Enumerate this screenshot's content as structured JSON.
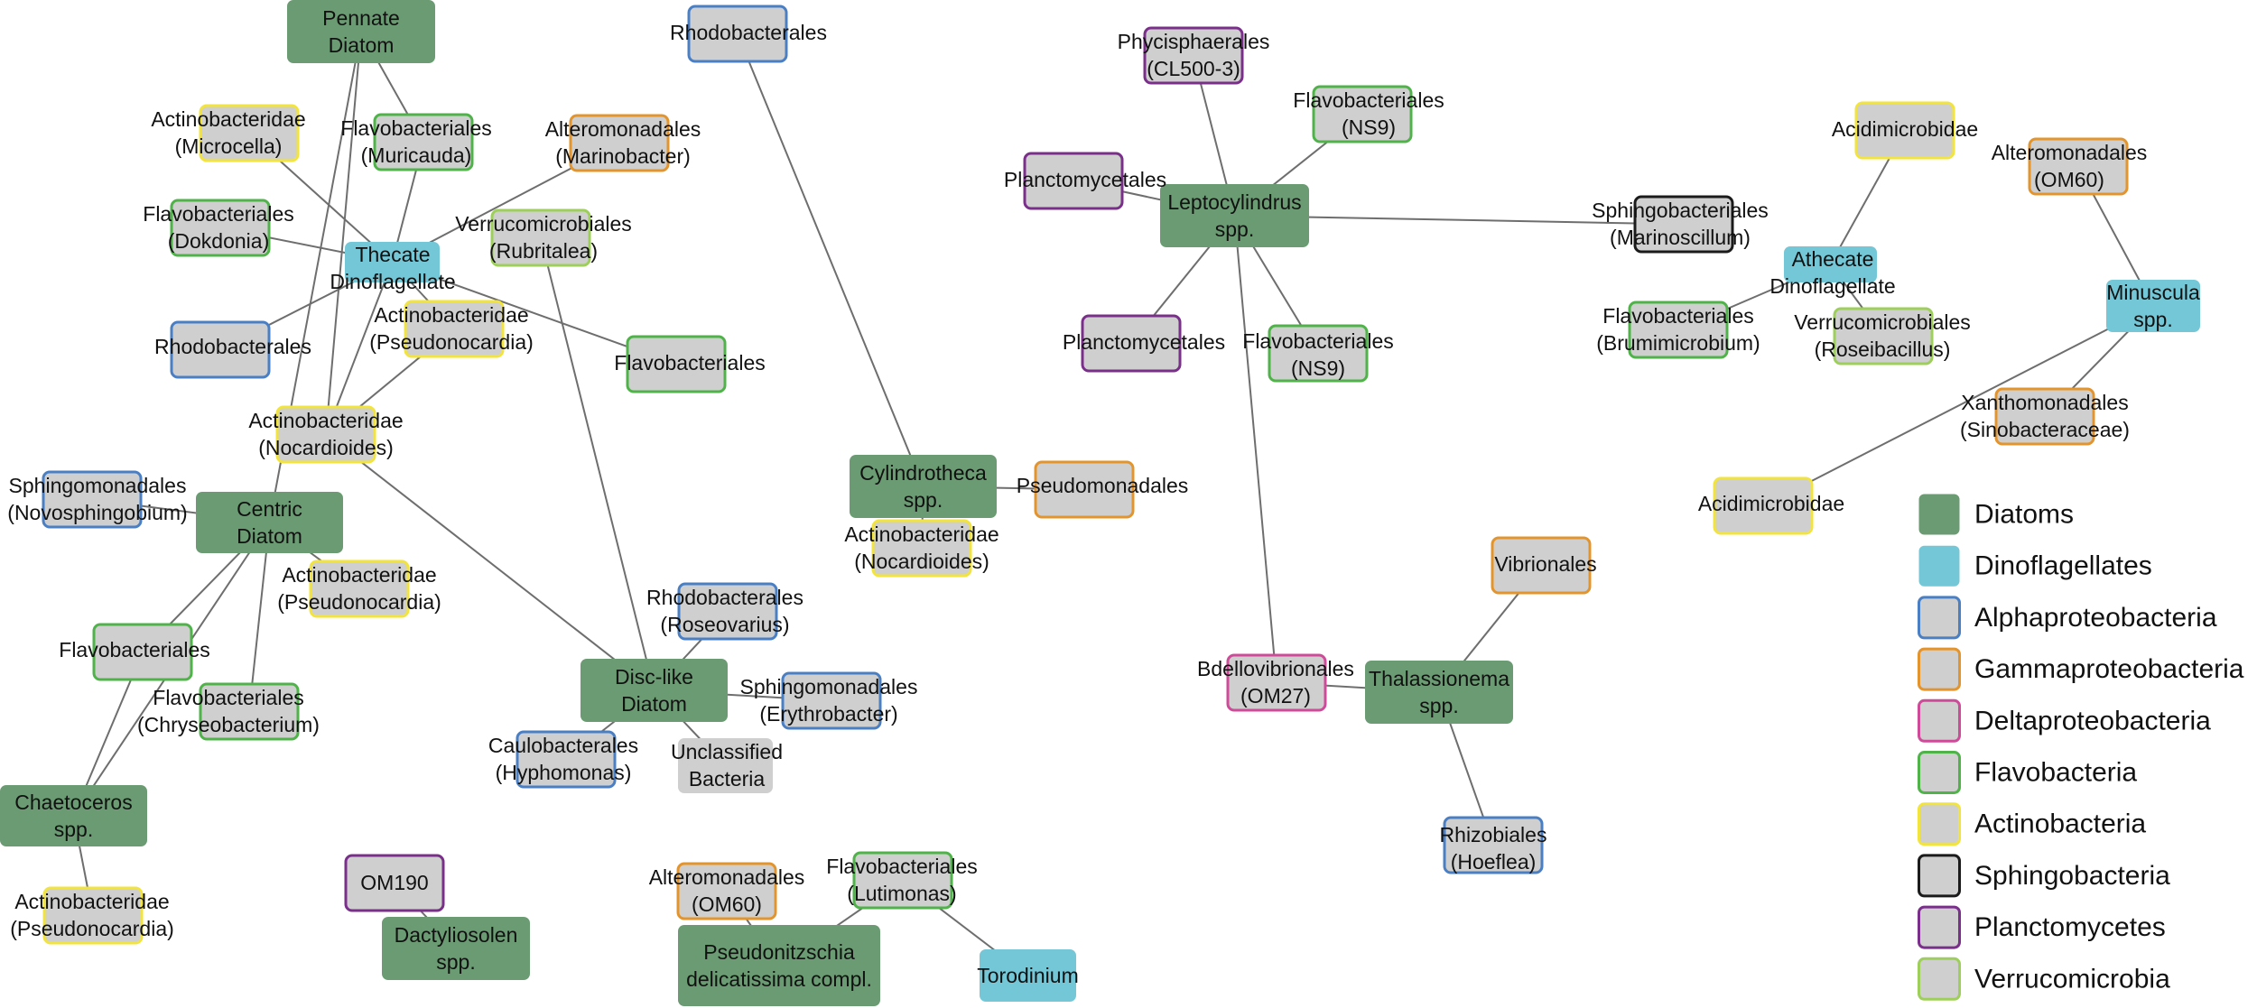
{
  "colors": {
    "diatom": "#6b9b72",
    "dinoflagellate": "#74c7d6",
    "bacteria_fill": "#cfcfcf",
    "edge": "#6e6e6e",
    "Alphaproteobacteria": "#4a7fc4",
    "Gammaproteobacteria": "#e3942c",
    "Deltaproteobacteria": "#d04a9a",
    "Flavobacteria": "#4fb34a",
    "Actinobacteria": "#f2e43c",
    "Sphingobacteria": "#1b1b1b",
    "Planctomycetes": "#7a2f8a",
    "Verrucomicrobia": "#9dcf5a",
    "none": "#cfcfcf"
  },
  "legend": [
    {
      "label": "Diatoms",
      "kind": "diatom"
    },
    {
      "label": "Dinoflagellates",
      "kind": "dinoflagellate"
    },
    {
      "label": "Alphaproteobacteria",
      "kind": "Alphaproteobacteria"
    },
    {
      "label": "Gammaproteobacteria",
      "kind": "Gammaproteobacteria"
    },
    {
      "label": "Deltaproteobacteria",
      "kind": "Deltaproteobacteria"
    },
    {
      "label": "Flavobacteria",
      "kind": "Flavobacteria"
    },
    {
      "label": "Actinobacteria",
      "kind": "Actinobacteria"
    },
    {
      "label": "Sphingobacteria",
      "kind": "Sphingobacteria"
    },
    {
      "label": "Planctomycetes",
      "kind": "Planctomycetes"
    },
    {
      "label": "Verrucomicrobia",
      "kind": "Verrucomicrobia"
    }
  ],
  "nodes": [
    {
      "id": "pennate",
      "kind": "diatom",
      "label": [
        "Pennate",
        "Diatom"
      ]
    },
    {
      "id": "thecate",
      "kind": "dinoflagellate",
      "label": [
        "Thecate",
        "Dinoflagellate"
      ]
    },
    {
      "id": "centric",
      "kind": "diatom",
      "label": [
        "Centric",
        "Diatom"
      ]
    },
    {
      "id": "chaetoceros",
      "kind": "diatom",
      "label": [
        "Chaetoceros",
        "spp."
      ]
    },
    {
      "id": "disclike",
      "kind": "diatom",
      "label": [
        "Disc-like",
        "Diatom"
      ]
    },
    {
      "id": "cylindrotheca",
      "kind": "diatom",
      "label": [
        "Cylindrotheca",
        "spp."
      ]
    },
    {
      "id": "leptocylindrus",
      "kind": "diatom",
      "label": [
        "Leptocylindrus",
        "spp."
      ]
    },
    {
      "id": "thalassionema",
      "kind": "diatom",
      "label": [
        "Thalassionema",
        "spp."
      ]
    },
    {
      "id": "dactyliosolen",
      "kind": "diatom",
      "label": [
        "Dactyliosolen",
        "spp."
      ]
    },
    {
      "id": "pseudonitzschia",
      "kind": "diatom",
      "label": [
        "Pseudonitzschia",
        "delicatissima compl."
      ]
    },
    {
      "id": "athecate",
      "kind": "dinoflagellate",
      "label": [
        "Athecate",
        "Dinoflagellate"
      ]
    },
    {
      "id": "minuscula",
      "kind": "dinoflagellate",
      "label": [
        "Minuscula",
        "spp."
      ]
    },
    {
      "id": "torodinium",
      "kind": "dinoflagellate",
      "label": [
        "Torodinium"
      ]
    },
    {
      "id": "b_microcella",
      "kind": "Actinobacteria",
      "label": [
        "Actinobacteridae",
        "(Microcella)"
      ]
    },
    {
      "id": "b_muricauda",
      "kind": "Flavobacteria",
      "label": [
        "Flavobacteriales",
        "(Muricauda)"
      ]
    },
    {
      "id": "b_marinobacter",
      "kind": "Gammaproteobacteria",
      "label": [
        "Alteromonadales",
        "(Marinobacter)"
      ]
    },
    {
      "id": "b_dokdonia",
      "kind": "Flavobacteria",
      "label": [
        "Flavobacteriales",
        "(Dokdonia)"
      ]
    },
    {
      "id": "b_rubritalea",
      "kind": "Verrucomicrobia",
      "label": [
        "Verrucomicrobiales",
        "(Rubritalea)"
      ]
    },
    {
      "id": "b_rhodo_left",
      "kind": "Alphaproteobacteria",
      "label": [
        "Rhodobacterales"
      ]
    },
    {
      "id": "b_pseudonoc1",
      "kind": "Actinobacteria",
      "label": [
        "Actinobacteridae",
        "(Pseudonocardia)"
      ]
    },
    {
      "id": "b_flavo_mid",
      "kind": "Flavobacteria",
      "label": [
        "Flavobacteriales"
      ]
    },
    {
      "id": "b_nocardioides1",
      "kind": "Actinobacteria",
      "label": [
        "Actinobacteridae",
        "(Nocardioides)"
      ]
    },
    {
      "id": "b_novosph",
      "kind": "Alphaproteobacteria",
      "label": [
        "Sphingomonadales",
        "(Novosphingobium)"
      ]
    },
    {
      "id": "b_pseudonoc2",
      "kind": "Actinobacteria",
      "label": [
        "Actinobacteridae",
        "(Pseudonocardia)"
      ]
    },
    {
      "id": "b_flavo_left",
      "kind": "Flavobacteria",
      "label": [
        "Flavobacteriales"
      ]
    },
    {
      "id": "b_chryseo",
      "kind": "Flavobacteria",
      "label": [
        "Flavobacteriales",
        "(Chryseobacterium)"
      ]
    },
    {
      "id": "b_pseudonoc3",
      "kind": "Actinobacteria",
      "label": [
        "Actinobacteridae",
        "(Pseudonocardia)"
      ]
    },
    {
      "id": "b_om190",
      "kind": "Planctomycetes",
      "label": [
        "OM190"
      ]
    },
    {
      "id": "b_rhodo_top",
      "kind": "Alphaproteobacteria",
      "label": [
        "Rhodobacterales"
      ]
    },
    {
      "id": "b_roseovarius",
      "kind": "Alphaproteobacteria",
      "label": [
        "Rhodobacterales",
        "(Roseovarius)"
      ]
    },
    {
      "id": "b_erythro",
      "kind": "Alphaproteobacteria",
      "label": [
        "Sphingomonadales",
        "(Erythrobacter)"
      ]
    },
    {
      "id": "b_hyphomonas",
      "kind": "Alphaproteobacteria",
      "label": [
        "Caulobacterales",
        "(Hyphomonas)"
      ]
    },
    {
      "id": "b_unclassified",
      "kind": "none",
      "label": [
        "Unclassified",
        "Bacteria"
      ]
    },
    {
      "id": "b_pseudomonadales",
      "kind": "Gammaproteobacteria",
      "label": [
        "Pseudomonadales"
      ]
    },
    {
      "id": "b_nocardioides2",
      "kind": "Actinobacteria",
      "label": [
        "Actinobacteridae",
        "(Nocardioides)"
      ]
    },
    {
      "id": "b_om60_a",
      "kind": "Gammaproteobacteria",
      "label": [
        "Alteromonadales",
        "(OM60)"
      ]
    },
    {
      "id": "b_lutimonas",
      "kind": "Flavobacteria",
      "label": [
        "Flavobacteriales",
        "(Lutimonas)"
      ]
    },
    {
      "id": "b_phycisph",
      "kind": "Planctomycetes",
      "label": [
        "Phycisphaerales",
        "(CL500-3)"
      ]
    },
    {
      "id": "b_ns9_top",
      "kind": "Flavobacteria",
      "label": [
        "Flavobacteriales",
        "(NS9)"
      ]
    },
    {
      "id": "b_plancto1",
      "kind": "Planctomycetes",
      "label": [
        "Planctomycetales"
      ]
    },
    {
      "id": "b_marinoscillum",
      "kind": "Sphingobacteria",
      "label": [
        "Sphingobacteriales",
        "(Marinoscillum)"
      ]
    },
    {
      "id": "b_plancto2",
      "kind": "Planctomycetes",
      "label": [
        "Planctomycetales"
      ]
    },
    {
      "id": "b_ns9_bot",
      "kind": "Flavobacteria",
      "label": [
        "Flavobacteriales",
        "(NS9)"
      ]
    },
    {
      "id": "b_om27",
      "kind": "Deltaproteobacteria",
      "label": [
        "Bdellovibrionales",
        "(OM27)"
      ]
    },
    {
      "id": "b_vibrionales",
      "kind": "Gammaproteobacteria",
      "label": [
        "Vibrionales"
      ]
    },
    {
      "id": "b_hoeflea",
      "kind": "Alphaproteobacteria",
      "label": [
        "Rhizobiales",
        "(Hoeflea)"
      ]
    },
    {
      "id": "b_acidi_top",
      "kind": "Actinobacteria",
      "label": [
        "Acidimicrobidae"
      ]
    },
    {
      "id": "b_om60_b",
      "kind": "Gammaproteobacteria",
      "label": [
        "Alteromonadales",
        "(OM60)"
      ]
    },
    {
      "id": "b_brumimicro",
      "kind": "Flavobacteria",
      "label": [
        "Flavobacteriales",
        "(Brumimicrobium)"
      ]
    },
    {
      "id": "b_roseibac",
      "kind": "Verrucomicrobia",
      "label": [
        "Verrucomicrobiales",
        "(Roseibacillus)"
      ]
    },
    {
      "id": "b_sinobact",
      "kind": "Gammaproteobacteria",
      "label": [
        "Xanthomonadales",
        "(Sinobacteraceae)"
      ]
    },
    {
      "id": "b_acidi_bot",
      "kind": "Actinobacteria",
      "label": [
        "Acidimicrobidae"
      ]
    }
  ],
  "edges": [
    [
      "pennate",
      "b_muricauda"
    ],
    [
      "pennate",
      "b_nocardioides1"
    ],
    [
      "pennate",
      "centric"
    ],
    [
      "thecate",
      "b_microcella"
    ],
    [
      "thecate",
      "b_muricauda"
    ],
    [
      "thecate",
      "b_marinobacter"
    ],
    [
      "thecate",
      "b_dokdonia"
    ],
    [
      "thecate",
      "b_rhodo_left"
    ],
    [
      "thecate",
      "b_pseudonoc1"
    ],
    [
      "thecate",
      "b_flavo_mid"
    ],
    [
      "thecate",
      "b_nocardioides1"
    ],
    [
      "b_pseudonoc1",
      "b_nocardioides1"
    ],
    [
      "b_nocardioides1",
      "disclike"
    ],
    [
      "b_rubritalea",
      "disclike"
    ],
    [
      "centric",
      "b_novosph"
    ],
    [
      "centric",
      "b_pseudonoc2"
    ],
    [
      "centric",
      "b_flavo_left"
    ],
    [
      "centric",
      "b_chryseo"
    ],
    [
      "centric",
      "chaetoceros"
    ],
    [
      "b_flavo_left",
      "chaetoceros"
    ],
    [
      "chaetoceros",
      "b_pseudonoc3"
    ],
    [
      "disclike",
      "b_roseovarius"
    ],
    [
      "disclike",
      "b_erythro"
    ],
    [
      "disclike",
      "b_hyphomonas"
    ],
    [
      "disclike",
      "b_unclassified"
    ],
    [
      "b_om190",
      "dactyliosolen"
    ],
    [
      "b_rhodo_top",
      "cylindrotheca"
    ],
    [
      "cylindrotheca",
      "b_pseudomonadales"
    ],
    [
      "cylindrotheca",
      "b_nocardioides2"
    ],
    [
      "b_om60_a",
      "pseudonitzschia"
    ],
    [
      "b_lutimonas",
      "pseudonitzschia"
    ],
    [
      "b_lutimonas",
      "torodinium"
    ],
    [
      "leptocylindrus",
      "b_phycisph"
    ],
    [
      "leptocylindrus",
      "b_ns9_top"
    ],
    [
      "leptocylindrus",
      "b_plancto1"
    ],
    [
      "leptocylindrus",
      "b_marinoscillum"
    ],
    [
      "leptocylindrus",
      "b_plancto2"
    ],
    [
      "leptocylindrus",
      "b_ns9_bot"
    ],
    [
      "leptocylindrus",
      "b_om27"
    ],
    [
      "b_om27",
      "thalassionema"
    ],
    [
      "thalassionema",
      "b_vibrionales"
    ],
    [
      "thalassionema",
      "b_hoeflea"
    ],
    [
      "athecate",
      "b_acidi_top"
    ],
    [
      "athecate",
      "b_brumimicro"
    ],
    [
      "athecate",
      "b_roseibac"
    ],
    [
      "minuscula",
      "b_om60_b"
    ],
    [
      "minuscula",
      "b_sinobact"
    ],
    [
      "minuscula",
      "b_acidi_bot"
    ]
  ]
}
